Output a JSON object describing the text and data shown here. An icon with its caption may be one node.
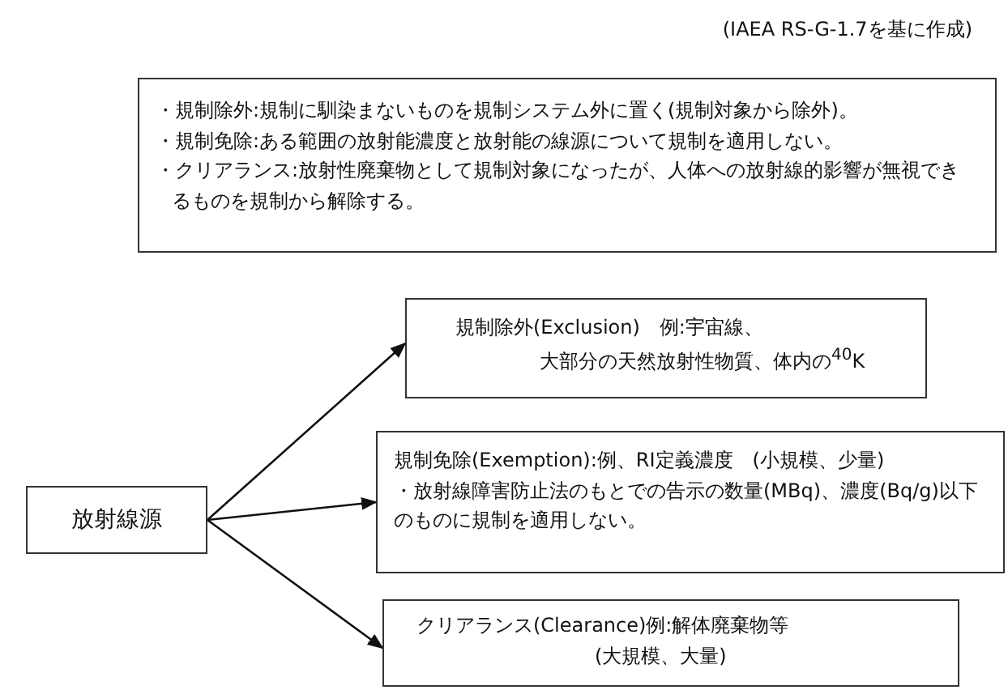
{
  "diagram": {
    "caption": "(IAEA RS-G-1.7を基に作成)",
    "nodes": [
      {
        "text": [
          "・規制除外:規制に馴染まないものを規制システム外に置く(規制対象から除外)。",
          "・規制免除:ある範囲の放射能濃度と放射能の線源について規制を適用しない。",
          "・クリアランス:放射性廃棄物として規制対象になったが、人体への放射線的影響が無視できるものを規制から解除する。"
        ]
      },
      {
        "text": [
          "放射線源"
        ]
      },
      {
        "text": [
          "規制除外(Exclusion)　例:宇宙線、",
          "大部分の天然放射性物質、体内の$^{40}$K"
        ]
      },
      {
        "text": [
          "規制免除(Exemption):例、RI定義濃度　(小規模、少量)",
          "・放射線障害防止法のもとでの告示の数量(MBq)、濃度(Bq/g)以下のものに規制を適用しない。"
        ]
      },
      {
        "text": [
          "クリアランス(Clearance)例:解体廃棄物等",
          "(大規模、大量)"
        ]
      }
    ],
    "edges": [
      {
        "from": 1,
        "to": 2,
        "arrow": "to"
      },
      {
        "from": 1,
        "to": 3,
        "arrow": "to"
      },
      {
        "from": 1,
        "to": 4,
        "arrow": "to"
      }
    ]
  }
}
